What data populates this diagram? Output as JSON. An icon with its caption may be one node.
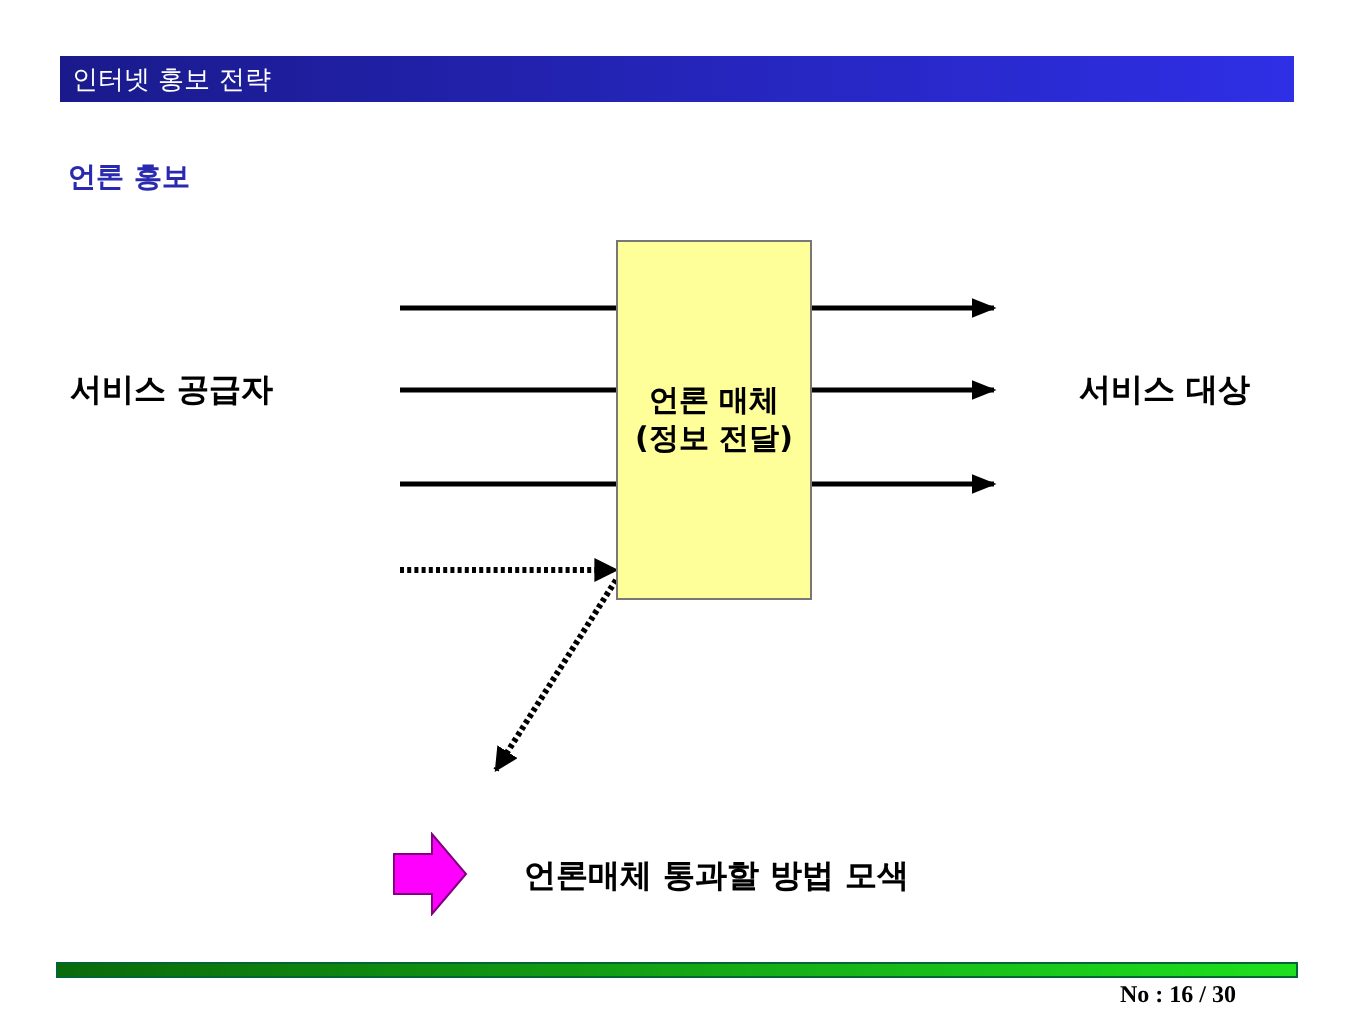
{
  "diagram": {
    "title": "인터넷 홍보 전략",
    "nodes": [
      {
        "text": [
          "서비스 공급자"
        ]
      },
      {
        "text": [
          "언론 매체 (정보 전달)"
        ]
      },
      {
        "text": [
          "서비스 대상"
        ]
      }
    ],
    "edges": [
      {
        "from": null,
        "to": 1,
        "arrow": "none"
      },
      {
        "from": null,
        "to": 1,
        "arrow": "none"
      },
      {
        "from": null,
        "to": 1,
        "arrow": "none"
      },
      {
        "from": 1,
        "to": 2,
        "arrow": "to"
      },
      {
        "from": 1,
        "to": 2,
        "arrow": "to"
      },
      {
        "from": 1,
        "to": 2,
        "arrow": "to"
      },
      {
        "from": null,
        "to": 1,
        "arrow": "to",
        "style": "dashed"
      },
      {
        "from": 1,
        "to": null,
        "arrow": "to",
        "style": "dashed"
      }
    ],
    "labels": [
      "언론 홍보",
      "언론매체 통과할 방법 모색",
      "No : 16 / 30"
    ]
  }
}
